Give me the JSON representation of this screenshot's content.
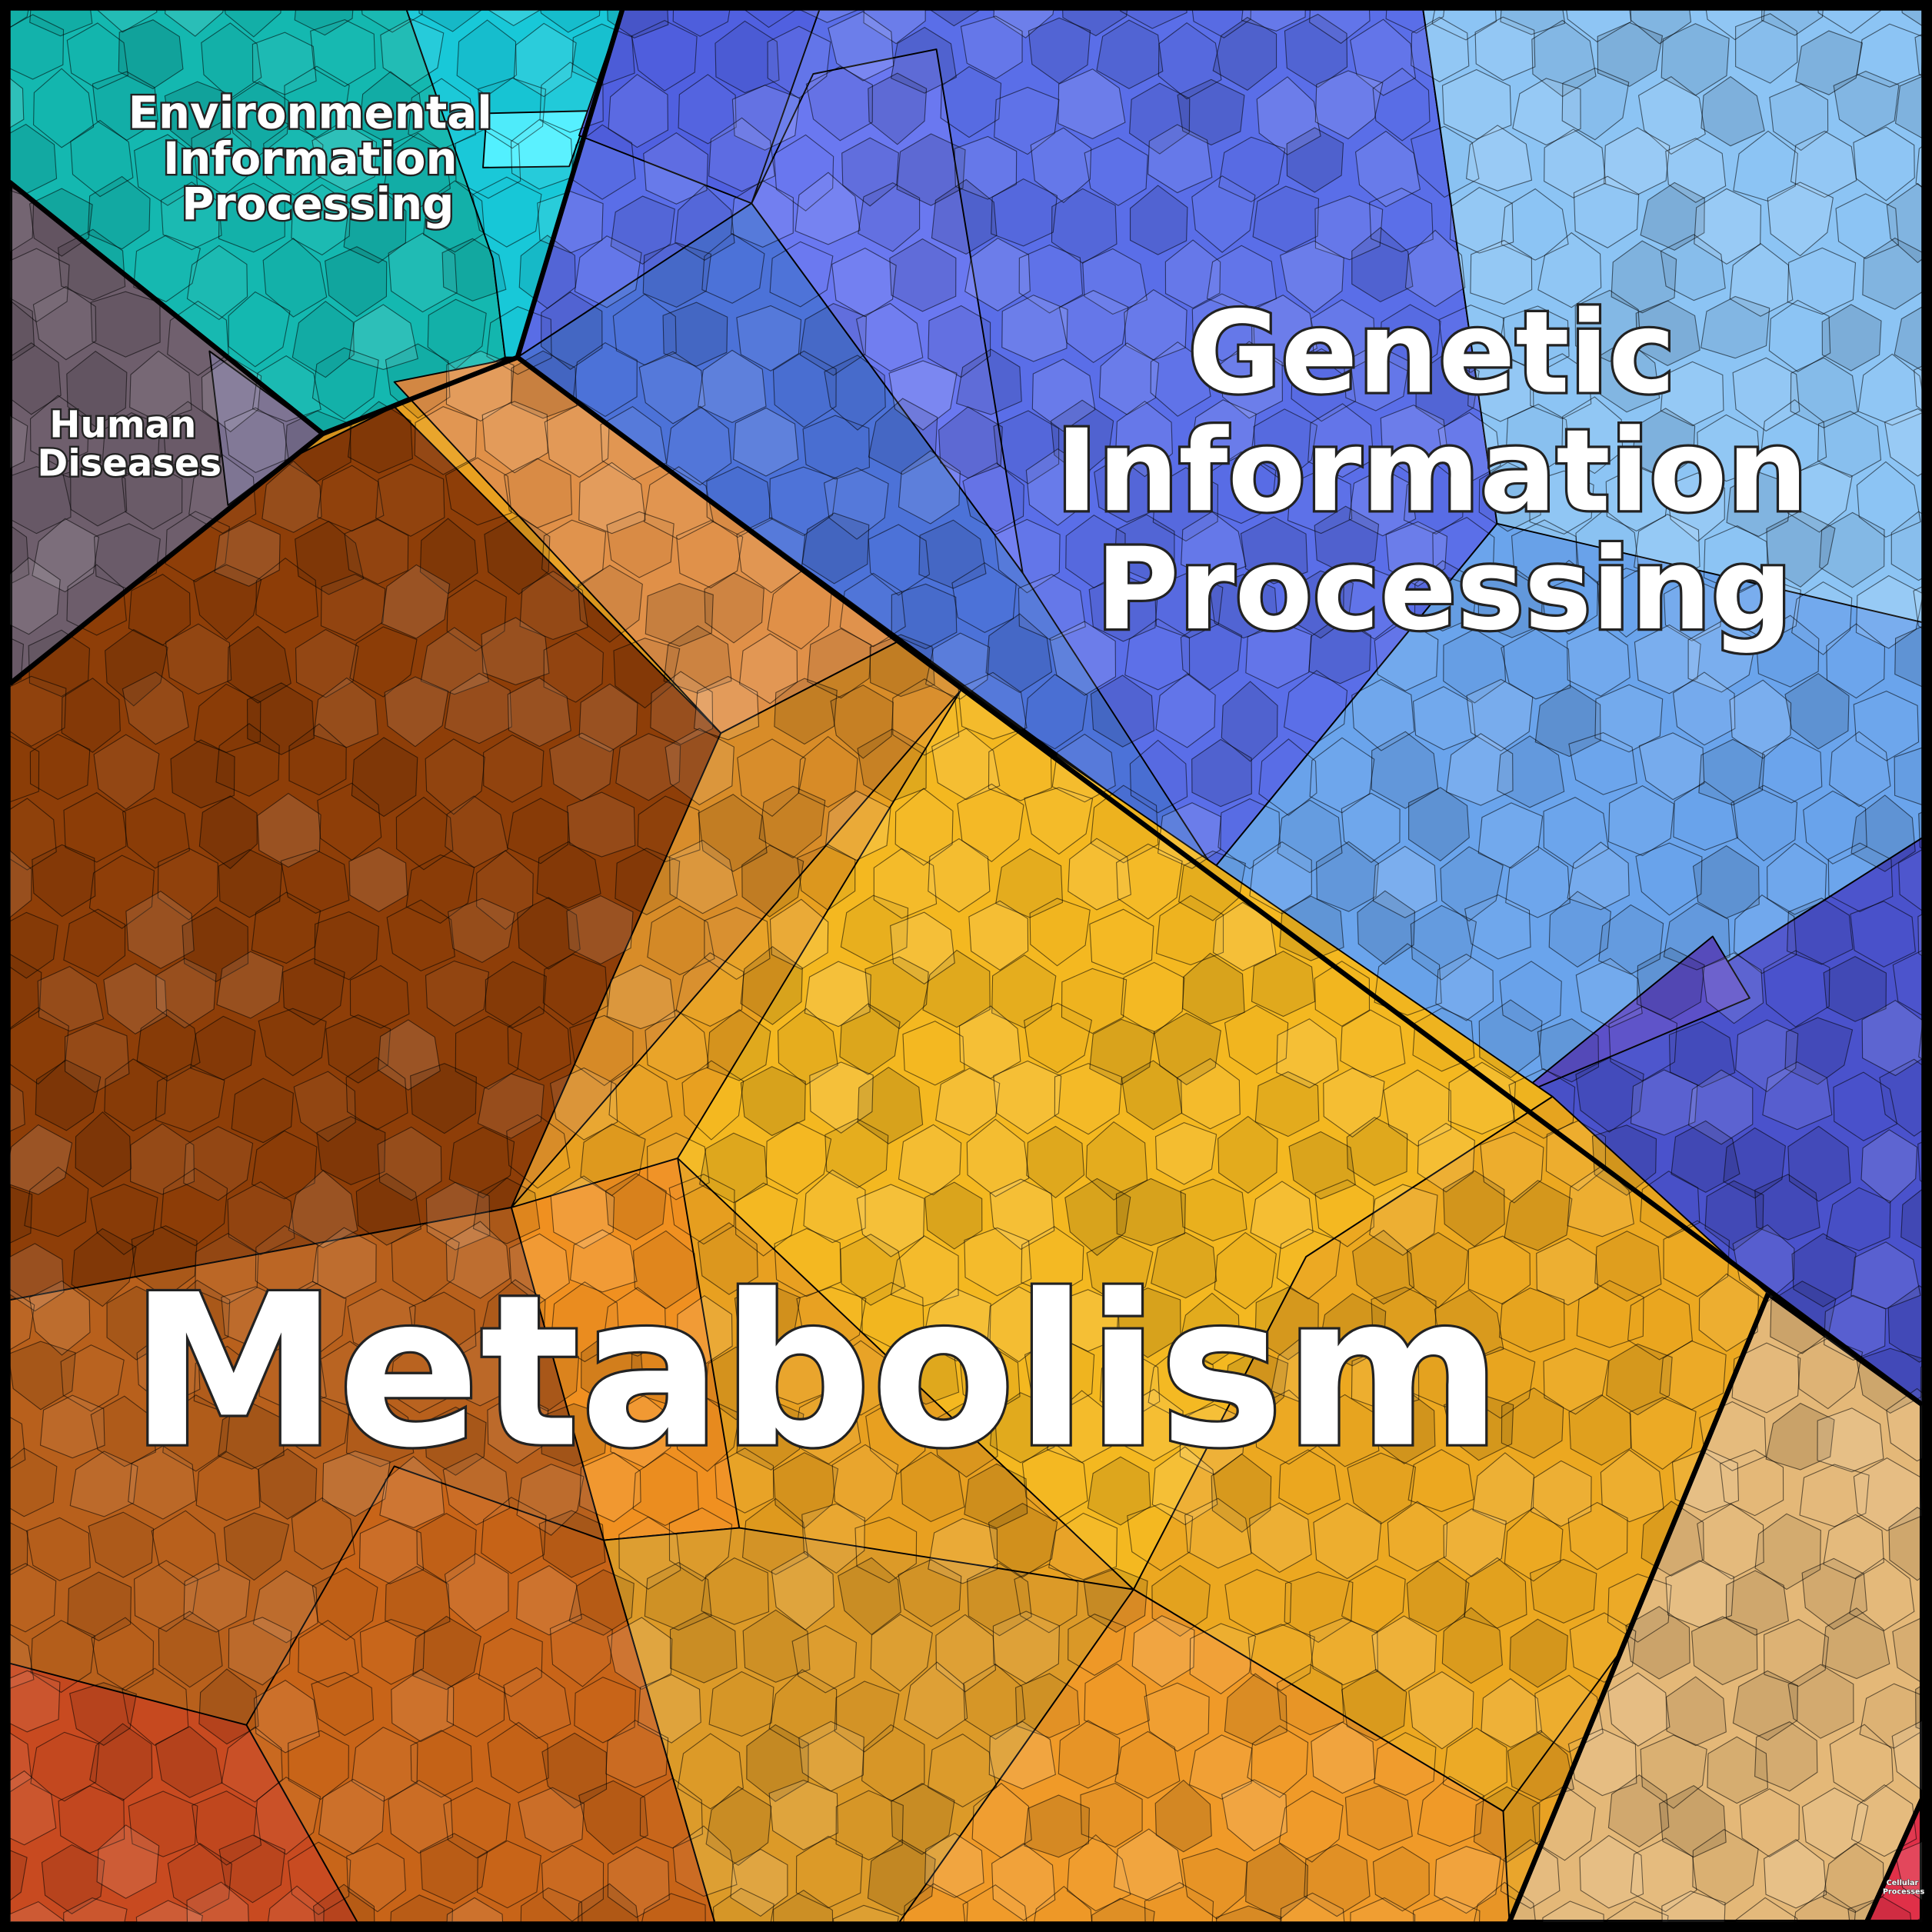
{
  "title": "Proteomap (Voronoi treemap of functional categories)",
  "categories": [
    {
      "id": "metabolism",
      "lines": [
        "Metabolism"
      ],
      "color": "#e8a020"
    },
    {
      "id": "genetic",
      "lines": [
        "Genetic",
        "Information",
        "Processing"
      ],
      "color": "#5a78e8"
    },
    {
      "id": "environmental",
      "lines": [
        "Environmental",
        "Information",
        "Processing"
      ],
      "color": "#10c0b8"
    },
    {
      "id": "human",
      "lines": [
        "Human",
        "Diseases"
      ],
      "color": "#706070"
    },
    {
      "id": "cellular",
      "lines": [
        "Cellular",
        "Processes"
      ],
      "color": "#e03048"
    }
  ]
}
